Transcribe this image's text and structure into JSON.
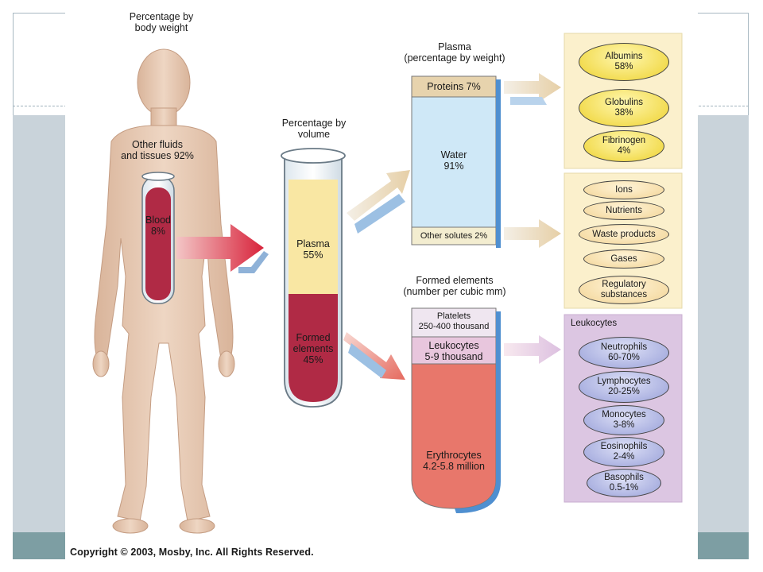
{
  "body_figure": {
    "heading_lines": [
      "Percentage by",
      "body weight"
    ],
    "other_lines": [
      "Other fluids",
      "and tissues 92%"
    ],
    "blood_lines": [
      "Blood",
      "8%"
    ]
  },
  "volume": {
    "heading_lines": [
      "Percentage by",
      "volume"
    ],
    "plasma_lines": [
      "Plasma",
      "55%"
    ],
    "formed_lines": [
      "Formed",
      "elements",
      "45%"
    ]
  },
  "plasma": {
    "heading_lines": [
      "Plasma",
      "(percentage by weight)"
    ],
    "proteins": "Proteins 7%",
    "water_lines": [
      "Water",
      "91%"
    ],
    "other_solutes": "Other solutes 2%"
  },
  "proteins": [
    {
      "name": "Albumins",
      "value": "58%"
    },
    {
      "name": "Globulins",
      "value": "38%"
    },
    {
      "name": "Fibrinogen",
      "value": "4%"
    }
  ],
  "solutes": [
    {
      "lines": [
        "Ions"
      ]
    },
    {
      "lines": [
        "Nutrients"
      ]
    },
    {
      "lines": [
        "Waste products"
      ]
    },
    {
      "lines": [
        "Gases"
      ]
    },
    {
      "lines": [
        "Regulatory",
        "substances"
      ]
    }
  ],
  "formed": {
    "heading_lines": [
      "Formed elements",
      "(number per cubic mm)"
    ],
    "platelets_lines": [
      "Platelets",
      "250-400 thousand"
    ],
    "leukocytes_lines": [
      "Leukocytes",
      "5-9 thousand"
    ],
    "erythrocytes_lines": [
      "Erythrocytes",
      "4.2-5.8 million"
    ]
  },
  "leukocytes": {
    "title": "Leukocytes",
    "items": [
      {
        "name": "Neutrophils",
        "value": "60-70%"
      },
      {
        "name": "Lymphocytes",
        "value": "20-25%"
      },
      {
        "name": "Monocytes",
        "value": "3-8%"
      },
      {
        "name": "Eosinophils",
        "value": "2-4%"
      },
      {
        "name": "Basophils",
        "value": "0.5-1%"
      }
    ]
  },
  "copyright": "Copyright © 2003, Mosby, Inc. All Rights Reserved.",
  "colors": {
    "skin": "#e9cdb8",
    "blood": "#b02a45",
    "plasma": "#f9e7a3",
    "water": "#cfe8f7",
    "protein_band": "#e7d3ad",
    "erythrocyte": "#e8776b",
    "yellow_panel": "#fbf0cc",
    "purple_panel": "#dcc6e2"
  }
}
